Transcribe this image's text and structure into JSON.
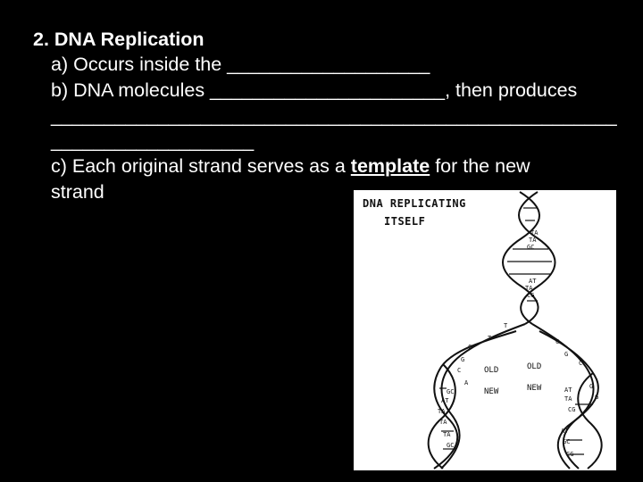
{
  "slide": {
    "title": "2. DNA Replication",
    "item_a": "a) Occurs inside the ___________________",
    "item_b": "b) DNA molecules ______________________, then produces",
    "blank_full": "_____________________________________________________",
    "blank_short": "___________________",
    "item_c_prefix": "c) Each original strand serves as a ",
    "item_c_emphasis": "template",
    "item_c_suffix": " for the new",
    "item_c_continued": "strand"
  },
  "figure": {
    "title_line1": "DNA REPLICATING",
    "title_line2": "ITSELF",
    "labels": {
      "old_left": "OLD",
      "new_left": "NEW",
      "old_right": "OLD",
      "new_right": "NEW"
    },
    "colors": {
      "background": "#000000",
      "text": "#ffffff",
      "figure_bg": "#ffffff",
      "ink": "#111111"
    }
  }
}
